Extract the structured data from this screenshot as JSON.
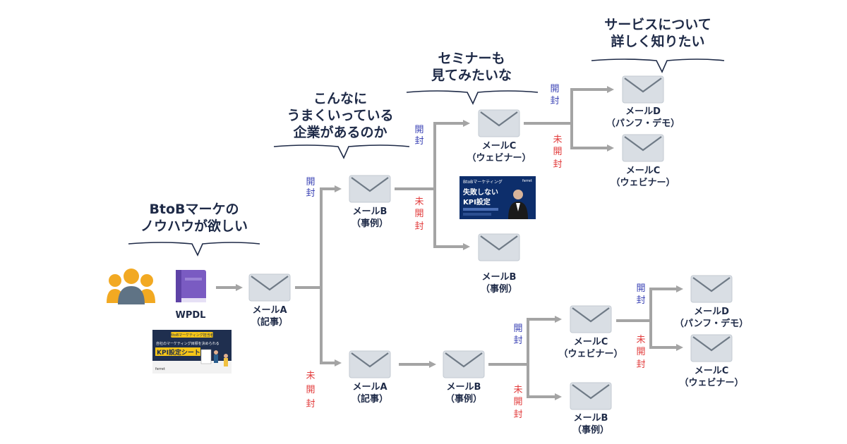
{
  "colors": {
    "navy": "#1e2a47",
    "arrow": "#a4a4a4",
    "envelope_fill": "#d9dee4",
    "envelope_stroke": "#6f7a86",
    "open_label": "#3b43b5",
    "unopened_label": "#e23b3b",
    "people_orange": "#f2a922",
    "people_slate": "#5f7385",
    "book_purple": "#7a5bc2"
  },
  "bubbles": [
    {
      "lines": [
        "BtoBマーケの",
        "ノウハウが欲しい"
      ]
    },
    {
      "lines": [
        "こんなに",
        "うまくいっている",
        "企業があるのか"
      ]
    },
    {
      "lines": [
        "セミナーも",
        "見てみたいな"
      ]
    },
    {
      "lines": [
        "サービスについて",
        "詳しく知りたい"
      ]
    }
  ],
  "sources": {
    "people_icon": "people-icon",
    "book_icon": "book-icon",
    "book_label": "WPDL",
    "whitepaper_thumb": {
      "tag": "BtoBマーケティング担当者",
      "line1": "自社のマーケティング目標を決められる",
      "title": "KPI設定シート",
      "brand": "ferret"
    }
  },
  "webinar_thumb": {
    "tag": "BtoBマーケティング",
    "title_line1": "失敗しない",
    "title_line2": "KPI設定",
    "brand": "ferret"
  },
  "emails": [
    {
      "id": "A1",
      "lines": [
        "メールA",
        "（記事）"
      ]
    },
    {
      "id": "B1",
      "lines": [
        "メールB",
        "（事例）"
      ]
    },
    {
      "id": "C1",
      "lines": [
        "メールC",
        "（ウェビナー）"
      ]
    },
    {
      "id": "D1",
      "lines": [
        "メールD",
        "（パンフ・デモ）"
      ]
    },
    {
      "id": "C2",
      "lines": [
        "メールC",
        "（ウェビナー）"
      ]
    },
    {
      "id": "B2",
      "lines": [
        "メールB",
        "（事例）"
      ]
    },
    {
      "id": "A2",
      "lines": [
        "メールA",
        "（記事）"
      ]
    },
    {
      "id": "B3",
      "lines": [
        "メールB",
        "（事例）"
      ]
    },
    {
      "id": "C3",
      "lines": [
        "メールC",
        "（ウェビナー）"
      ]
    },
    {
      "id": "D2",
      "lines": [
        "メールD",
        "（パンフ・デモ）"
      ]
    },
    {
      "id": "C4",
      "lines": [
        "メールC",
        "（ウェビナー）"
      ]
    },
    {
      "id": "B4",
      "lines": [
        "メールB",
        "（事例）"
      ]
    }
  ],
  "branch_labels": {
    "open": [
      "開",
      "封"
    ],
    "unopened": [
      "未",
      "開",
      "封"
    ]
  }
}
